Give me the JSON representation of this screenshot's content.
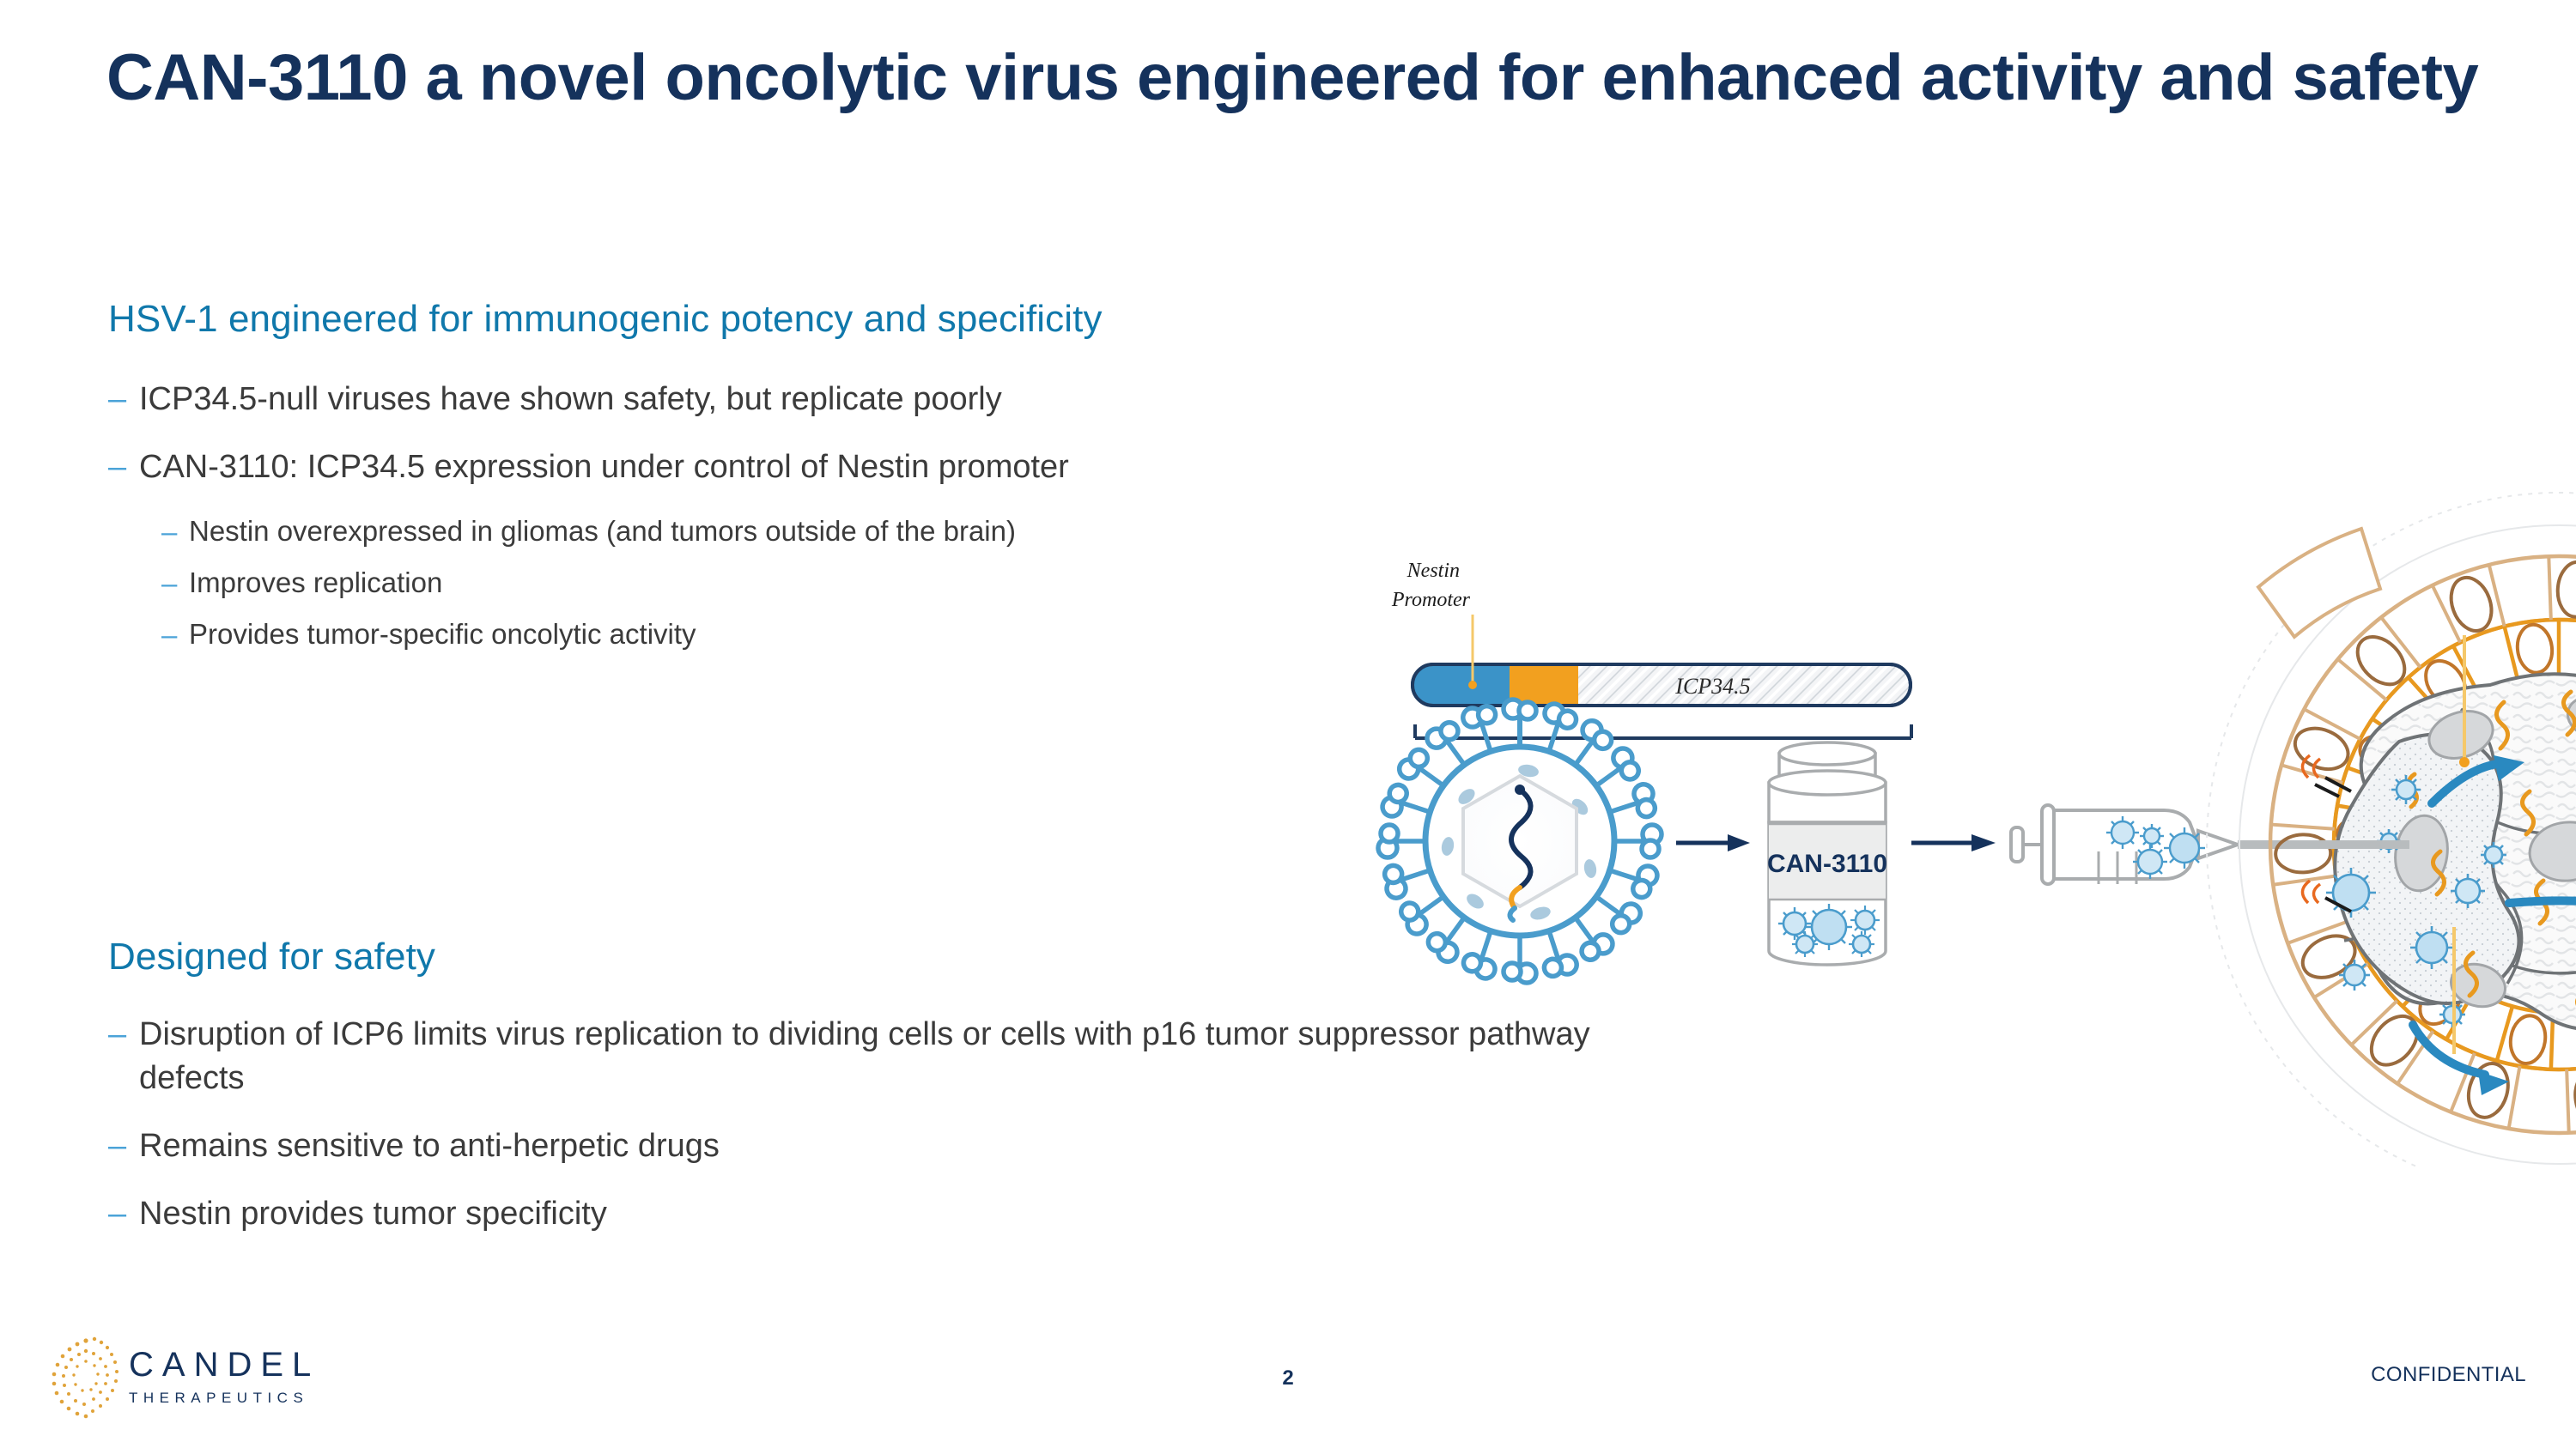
{
  "slide": {
    "title": "CAN-3110 a novel oncolytic virus engineered for enhanced activity and safety",
    "page_number": "2",
    "confidential_label": "CONFIDENTIAL"
  },
  "colors": {
    "title_navy": "#15325c",
    "heading_blue": "#1078ab",
    "bullet_dash_blue": "#4ba3d8",
    "body_gray": "#3b3b3b",
    "construct_blue": "#3b93c8",
    "construct_orange": "#f2a01f",
    "virus_blue": "#4a9ccc",
    "tumor_gray": "#6f7376",
    "tissue_orange": "#e8991f",
    "tissue_tan": "#d9b183",
    "logo_gold": "#e0a33a"
  },
  "sections": [
    {
      "heading": "HSV-1 engineered for immunogenic potency and specificity",
      "bullets": [
        {
          "text": "ICP34.5-null viruses have shown safety, but replicate poorly",
          "sub": []
        },
        {
          "text": "CAN-3110: ICP34.5 expression under control of Nestin promoter",
          "sub": [
            "Nestin overexpressed in gliomas (and tumors outside of the brain)",
            "Improves replication",
            "Provides tumor-specific oncolytic activity"
          ]
        }
      ]
    },
    {
      "heading": "Designed for safety",
      "bullets": [
        {
          "text": "Disruption of ICP6 limits virus replication to dividing cells or cells with p16 tumor suppressor pathway defects",
          "sub": []
        },
        {
          "text": "Remains sensitive to anti-herpetic drugs",
          "sub": []
        },
        {
          "text": "Nestin provides tumor specificity",
          "sub": []
        }
      ]
    }
  ],
  "logo": {
    "name": "CANDEL",
    "tagline": "THERAPEUTICS",
    "mark": "sunburst-icon"
  },
  "figure": {
    "construct": {
      "promoter_label_line1": "Nestin",
      "promoter_label_line2": "Promoter",
      "gene_label": "ICP34.5"
    },
    "virus_particle": "hsv-virion-icon",
    "vial_label": "CAN-3110",
    "syringe": "syringe-icon",
    "tissue": "tumor-tissue-illustration",
    "arrows": [
      "virus-to-vial-arrow",
      "vial-to-syringe-arrow"
    ]
  },
  "bullet_marker": "–"
}
